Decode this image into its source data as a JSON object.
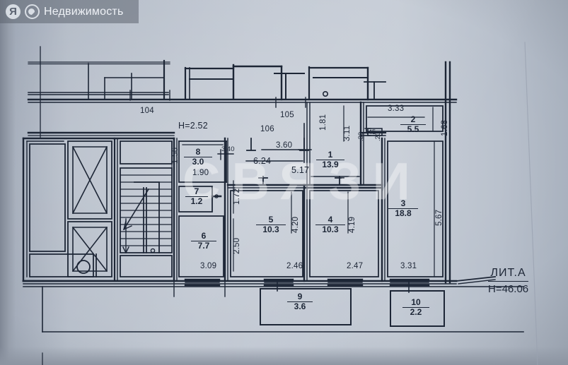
{
  "watermark": {
    "brand_text": "Недвижимость",
    "logo_letter": "Я",
    "center_text": "СВЯЗИ"
  },
  "document": {
    "type": "floor-plan",
    "building_label_top": "ЛИТ.А",
    "building_label_bottom": "H=46.06",
    "ceiling_height_note": "H=2.52",
    "axis_labels": [
      "104",
      "105",
      "106"
    ]
  },
  "rooms": [
    {
      "number": "1",
      "area": "13.9",
      "name": "room-1"
    },
    {
      "number": "2",
      "area": "5.5",
      "name": "room-2"
    },
    {
      "number": "3",
      "area": "18.8",
      "name": "room-3"
    },
    {
      "number": "4",
      "area": "10.3",
      "name": "room-4"
    },
    {
      "number": "5",
      "area": "10.3",
      "name": "room-5"
    },
    {
      "number": "6",
      "area": "7.7",
      "name": "room-6"
    },
    {
      "number": "7",
      "area": "1.2",
      "name": "room-7"
    },
    {
      "number": "8",
      "area": "3.0",
      "name": "room-8"
    },
    {
      "number": "9",
      "area": "3.6",
      "name": "room-9"
    },
    {
      "number": "10",
      "area": "2.2",
      "name": "room-10"
    }
  ],
  "dimensions": {
    "top_axis_104": "104",
    "top_axis_105": "105",
    "axis_106": "106",
    "ceiling": "H=2.52",
    "d_3_60": "3.60",
    "d_3_40": "3.40",
    "d_6_24": "6.24",
    "d_5_17": "5.17",
    "d_3_11": "3.11",
    "d_3_33": "3.33",
    "d_1_81": "1.81",
    "d_1_68": "1.68",
    "d_0_45": ".45",
    "d_0_30a": ".30",
    "d_0_30b": ".20",
    "d_1_56": "1.56",
    "d_1_90": "1.90",
    "d_1_72": "1.72",
    "d_2_50": "2.50",
    "d_3_09": "3.09",
    "d_2_46": "2.46",
    "d_4_20": "4.20",
    "d_2_47": "2.47",
    "d_4_19": "4.19",
    "d_3_31": "3.31",
    "d_5_67": "5.67"
  },
  "colors": {
    "ink": "#1d2636",
    "paper": "#bfc6d1",
    "watermark_bar": "rgba(92,100,112,0.55)"
  }
}
